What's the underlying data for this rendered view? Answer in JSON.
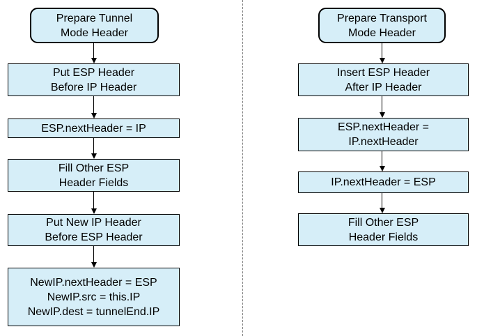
{
  "diagram": {
    "type": "flowchart",
    "background": "#FFFFFF",
    "colors": {
      "node_fill": "#D6EEF8",
      "node_border": "#000000",
      "arrow": "#000000",
      "divider": "#7A7A7A"
    },
    "divider": {
      "style": "dashed-vertical"
    },
    "tunnel": {
      "start": "Prepare Tunnel\nMode Header",
      "steps": [
        "Put ESP Header\nBefore IP Header",
        "ESP.nextHeader = IP",
        "Fill Other ESP\nHeader Fields",
        "Put New IP Header\nBefore ESP Header",
        "NewIP.nextHeader = ESP\nNewIP.src = this.IP\nNewIP.dest = tunnelEnd.IP"
      ]
    },
    "transport": {
      "start": "Prepare Transport\nMode Header",
      "steps": [
        "Insert ESP Header\nAfter IP Header",
        "ESP.nextHeader =\nIP.nextHeader",
        "IP.nextHeader = ESP",
        "Fill Other ESP\nHeader Fields"
      ]
    }
  }
}
